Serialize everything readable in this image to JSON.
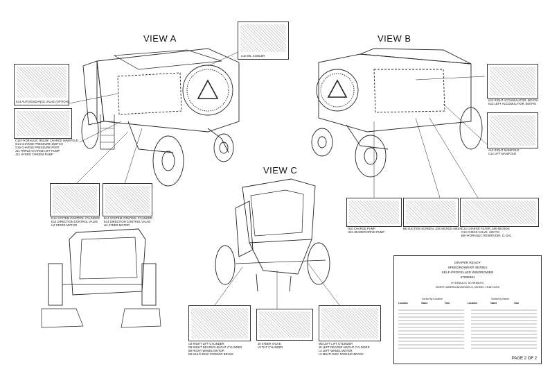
{
  "views": {
    "a": "VIEW A",
    "b": "VIEW B",
    "c": "VIEW C"
  },
  "callouts": {
    "oil_cooler": "C10  OIL COOLER",
    "autoguidance": "K14  AUTOGUIDANCE VALVE (OPTION)",
    "relief_manifold": [
      "C16  HYDRAULIC RELIEF CHARGE MANIFOLD",
      "G14  CHARGE PRESSURE SWITCH",
      "G16  CHARGE PRESSURE PORT",
      "J11  TRIPLE CHARGE LIFT PUMP",
      "J12  HYDRO TANDEM PUMP"
    ],
    "accumulator": [
      "K13  RIGHT ACCUMULATOR, 800 PSI",
      "K13  LEFT ACCUMULATOR, 800 PSI"
    ],
    "right_manifold": [
      "A12  RIGHT MANIFOLD",
      "C12  LIFT MANIFOLD"
    ],
    "steering_a": [
      "D14  SYSTEM CONTROL CYLINDER",
      "E14  DIRECTION CONTROL VALVE",
      "H4  STEER MOTOR"
    ],
    "steering_b": [
      "D14  SYSTEM CONTROL CYLINDER",
      "E14  DIRECTION CONTROL VALVE",
      "H4  STEER MOTOR"
    ],
    "charge_pump": [
      "H10  CHARGE PUMP",
      "H11  HEADER DRIVE PUMP"
    ],
    "suction_screen": "B5  SUCTION SCREEN, 100 MICRON MESH",
    "charge_filter": [
      "C13  CHARGE FILTER, 500 MICRON",
      "C14  CHECK VALVE, 125 PSI",
      "B8  HYDRAULIC RESERVOIR, 11 GAL"
    ],
    "lift_right": [
      "C8  RIGHT LIFT CYLINDER",
      "D8  RIGHT DRAPER HEIGHT CYLINDER",
      "B8  RIGHT WHEEL MOTOR",
      "E8  MULTI-DISC PARKING BRAKE"
    ],
    "steer_valve": [
      "J8  STEER VALVE",
      "L5  TILT CYLINDER"
    ],
    "lift_left": [
      "M3  LEFT LIFT CYLINDER",
      "J8  LEFT DRAPER HEIGHT CYLINDER",
      "L4  LEFT WHEEL MOTOR",
      "L5  MULTI-DISC PARKING BRAKE"
    ]
  },
  "title_block": {
    "line1": "DRAPER READY",
    "line2": "SPEEDROWER® SERIES",
    "line3": "SELF-PROPELLED WINDROWER",
    "line4": "47085981",
    "line5": "HYDRAULIC SCHEMATIC",
    "line6": "NORTH AMERICAN MODELS, MODEL YEAR 2010",
    "sort_location": "Sorted by Location",
    "sort_name": "Sorted by Name",
    "headers": [
      "Location",
      "Name",
      "View",
      "Location",
      "Name",
      "View"
    ],
    "page": "PAGE 2 OF 2"
  }
}
